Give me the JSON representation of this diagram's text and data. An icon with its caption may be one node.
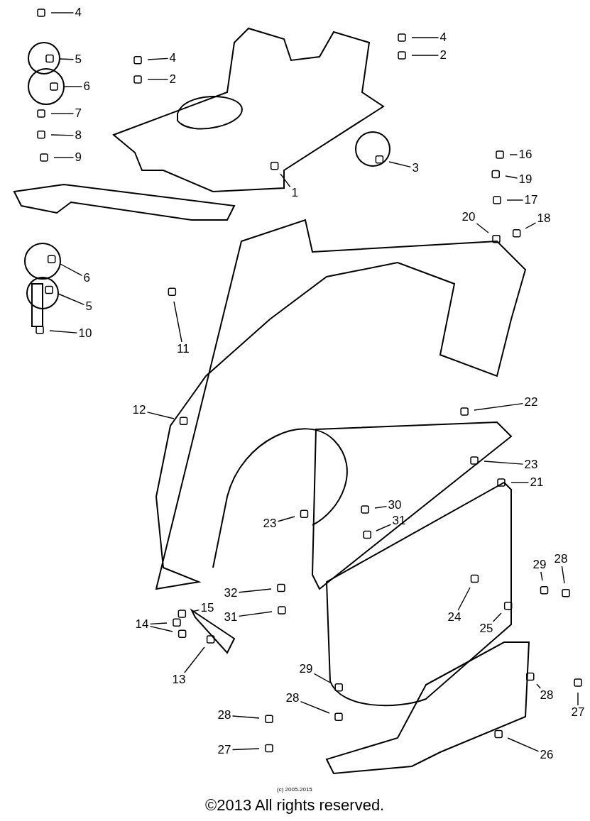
{
  "diagram": {
    "nodes": [
      {
        "text": [
          "4"
        ]
      },
      {
        "text": [
          "5"
        ]
      },
      {
        "text": [
          "6"
        ]
      },
      {
        "text": [
          "7"
        ]
      },
      {
        "text": [
          "8"
        ]
      },
      {
        "text": [
          "9"
        ]
      },
      {
        "text": [
          "4"
        ]
      },
      {
        "text": [
          "2"
        ]
      },
      {
        "text": [
          "4"
        ]
      },
      {
        "text": [
          "2"
        ]
      },
      {
        "text": [
          "1"
        ]
      },
      {
        "text": [
          "3"
        ]
      },
      {
        "text": [
          "16"
        ]
      },
      {
        "text": [
          "19"
        ]
      },
      {
        "text": [
          "17"
        ]
      },
      {
        "text": [
          "20"
        ]
      },
      {
        "text": [
          "18"
        ]
      },
      {
        "text": [
          "6"
        ]
      },
      {
        "text": [
          "5"
        ]
      },
      {
        "text": [
          "10"
        ]
      },
      {
        "text": [
          "11"
        ]
      },
      {
        "text": [
          "12"
        ]
      },
      {
        "text": [
          "22"
        ]
      },
      {
        "text": [
          "23"
        ]
      },
      {
        "text": [
          "21"
        ]
      },
      {
        "text": [
          "30"
        ]
      },
      {
        "text": [
          "31"
        ]
      },
      {
        "text": [
          "23"
        ]
      },
      {
        "text": [
          "29"
        ]
      },
      {
        "text": [
          "28"
        ]
      },
      {
        "text": [
          "32"
        ]
      },
      {
        "text": [
          "15"
        ]
      },
      {
        "text": [
          "31"
        ]
      },
      {
        "text": [
          "24"
        ]
      },
      {
        "text": [
          "25"
        ]
      },
      {
        "text": [
          "14"
        ]
      },
      {
        "text": [
          "13"
        ]
      },
      {
        "text": [
          "29"
        ]
      },
      {
        "text": [
          "28"
        ]
      },
      {
        "text": [
          "28"
        ]
      },
      {
        "text": [
          "27"
        ]
      },
      {
        "text": [
          "28"
        ]
      },
      {
        "text": [
          "27"
        ]
      },
      {
        "text": [
          "26"
        ]
      }
    ],
    "edges": [
      {
        "from": 0,
        "to": null,
        "arrow": "none"
      },
      {
        "from": 1,
        "to": null,
        "arrow": "none"
      },
      {
        "from": 2,
        "to": null,
        "arrow": "none"
      },
      {
        "from": 3,
        "to": null,
        "arrow": "none"
      },
      {
        "from": 4,
        "to": null,
        "arrow": "none"
      },
      {
        "from": 5,
        "to": null,
        "arrow": "none"
      },
      {
        "from": 6,
        "to": null,
        "arrow": "none"
      },
      {
        "from": 7,
        "to": null,
        "arrow": "none"
      },
      {
        "from": 8,
        "to": null,
        "arrow": "none"
      },
      {
        "from": 9,
        "to": null,
        "arrow": "none"
      },
      {
        "from": 10,
        "to": null,
        "arrow": "none"
      },
      {
        "from": 11,
        "to": null,
        "arrow": "none"
      },
      {
        "from": 12,
        "to": null,
        "arrow": "none"
      },
      {
        "from": 13,
        "to": null,
        "arrow": "none"
      },
      {
        "from": 14,
        "to": null,
        "arrow": "none"
      },
      {
        "from": 15,
        "to": null,
        "arrow": "none"
      },
      {
        "from": 16,
        "to": null,
        "arrow": "none"
      },
      {
        "from": 17,
        "to": null,
        "arrow": "none"
      },
      {
        "from": 18,
        "to": null,
        "arrow": "none"
      },
      {
        "from": 19,
        "to": null,
        "arrow": "none"
      },
      {
        "from": 20,
        "to": null,
        "arrow": "none"
      },
      {
        "from": 21,
        "to": null,
        "arrow": "none"
      },
      {
        "from": 22,
        "to": null,
        "arrow": "none"
      },
      {
        "from": 23,
        "to": null,
        "arrow": "none"
      },
      {
        "from": 24,
        "to": null,
        "arrow": "none"
      },
      {
        "from": 25,
        "to": null,
        "arrow": "none"
      },
      {
        "from": 26,
        "to": null,
        "arrow": "none"
      },
      {
        "from": 27,
        "to": null,
        "arrow": "none"
      },
      {
        "from": 28,
        "to": null,
        "arrow": "none"
      },
      {
        "from": 29,
        "to": null,
        "arrow": "none"
      },
      {
        "from": 30,
        "to": null,
        "arrow": "none"
      },
      {
        "from": 31,
        "to": null,
        "arrow": "none"
      },
      {
        "from": 32,
        "to": null,
        "arrow": "none"
      },
      {
        "from": 33,
        "to": null,
        "arrow": "none"
      },
      {
        "from": 34,
        "to": null,
        "arrow": "none"
      },
      {
        "from": 35,
        "to": null,
        "arrow": "none"
      },
      {
        "from": 35,
        "to": null,
        "arrow": "none"
      },
      {
        "from": 36,
        "to": null,
        "arrow": "none"
      },
      {
        "from": 37,
        "to": null,
        "arrow": "none"
      },
      {
        "from": 38,
        "to": null,
        "arrow": "none"
      },
      {
        "from": 39,
        "to": null,
        "arrow": "none"
      },
      {
        "from": 40,
        "to": null,
        "arrow": "none"
      },
      {
        "from": 41,
        "to": null,
        "arrow": "none"
      },
      {
        "from": 42,
        "to": null,
        "arrow": "none"
      },
      {
        "from": 43,
        "to": null,
        "arrow": "none"
      }
    ],
    "labels": [
      "(c) 2005-2015",
      "©2013 All rights reserved."
    ]
  }
}
